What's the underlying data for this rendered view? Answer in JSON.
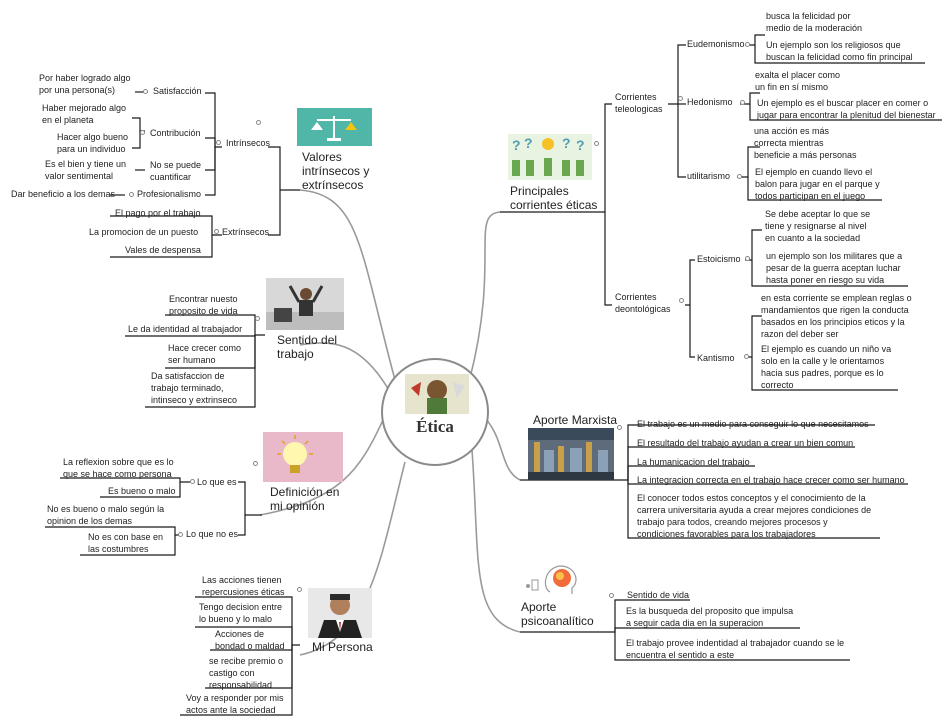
{
  "center": {
    "title": "Ética"
  },
  "branches": {
    "valores": {
      "title": "Valores\nintrínsecos y\nextrínsecos",
      "intrinsecos": {
        "label": "Intrínsecos",
        "satisfaccion": {
          "label": "Satisfacción",
          "item": "Por haber logrado algo\npor una persona(s)"
        },
        "contribucion": {
          "label": "Contribución",
          "items": [
            "Haber mejorado algo\nen el planeta",
            "Hacer algo bueno\npara un individuo"
          ]
        },
        "no_cuantificar": {
          "label": "No se puede\ncuantificar",
          "item": "Es el bien y tiene un\nvalor sentimental"
        },
        "profesionalismo": {
          "label": "Profesionalismo",
          "item": "Dar beneficio a los demas"
        }
      },
      "extrinsecos": {
        "label": "Extrínsecos",
        "items": [
          "El pago por el trabajo",
          "La promocion de un puesto",
          "Vales de despensa"
        ]
      }
    },
    "sentido": {
      "title": "Sentido del\ntrabajo",
      "items": [
        "Encontrar nuesto\nproposito de vida",
        "Le da identidad al trabajador",
        "Hace crecer como\nser humano",
        "Da satisfaccion de\ntrabajo terminado,\nintinseco y extrinseco"
      ]
    },
    "definicion": {
      "title": "Definición en\nmi opinión",
      "lo_que_es": {
        "label": "Lo que es",
        "items": [
          "La reflexion sobre que es lo\nque se hace como persona",
          "Es bueno o malo"
        ]
      },
      "lo_que_no_es": {
        "label": "Lo que no es",
        "items": [
          "No es bueno o malo según la\nopinion de los demas",
          "No es con base en\nlas costumbres"
        ]
      }
    },
    "persona": {
      "title": "Mi Persona",
      "items": [
        "Las acciones tienen\nrepercusiones éticas",
        "Tengo decision entre\nlo bueno y lo malo",
        "Acciones de\nbondad o maldad",
        "se recibe premio o\ncastigo con\nresponsabilidad",
        "Voy a responder por mis\nactos ante la sociedad"
      ]
    },
    "corrientes": {
      "title": "Principales\ncorrientes éticas",
      "teleologicas": {
        "label": "Corrientes\nteleologicas",
        "eudemonismo": {
          "label": "Eudemonismo",
          "items": [
            "busca la felicidad por\nmedio de la moderación",
            "Un ejemplo son los religiosos que\nbuscan la felicidad como fin principal"
          ]
        },
        "hedonismo": {
          "label": "Hedonismo",
          "items": [
            "exalta el placer como\nun fin en sí mismo",
            "Un ejemplo es el buscar placer en comer o\njugar para encontrar la plenitud del bienestar"
          ]
        },
        "utilitarismo": {
          "label": "utilitarismo",
          "items": [
            "una acción es más\ncorrecta mientras\nbeneficie a más personas",
            "El ejemplo en cuando llevo el\nbalon para jugar en el parque y\ntodos participan en el juego"
          ]
        }
      },
      "deontologicas": {
        "label": "Corrientes\ndeontológicas",
        "estoicismo": {
          "label": "Estoicismo",
          "items": [
            "Se debe aceptar lo que se\ntiene y resignarse al nivel\nen cuanto a la sociedad",
            "un ejemplo son los militares que a\npesar de la guerra aceptan luchar\nhasta poner en riesgo su vida"
          ]
        },
        "kantismo": {
          "label": "Kantismo",
          "items": [
            "en esta corriente se emplean reglas o\nmandamientos que rigen la conducta\nbasados en los principios eticos y la\nrazon del deber ser",
            "El ejemplo es cuando un niño va\nsolo en la calle y le orientamos\nhacia sus padres, porque es lo\ncorrecto"
          ]
        }
      }
    },
    "marxista": {
      "title": "Aporte Marxista",
      "items": [
        "El trabajo es un medio para conseguir lo que necesitamos",
        "El resultado del trabajo ayudan a crear un bien comun",
        "La humanicacion del trabajo",
        "La integracion correcta en el trabajo hace crecer como ser humano",
        "El conocer todos estos conceptos y el conocimiento de la\ncarrera universitaria ayuda a crear mejores condiciones de\ntrabajo para todos, creando mejores procesos y\ncondiciones favorables para los trabajadores"
      ]
    },
    "psico": {
      "title": "Aporte\npsicoanalítico",
      "items": [
        "Sentido de vida",
        "Es la busqueda del proposito que impulsa\na seguir cada dia en la superacion",
        "El trabajo provee indentidad al trabajador cuando se le\nencuentra el sentido a este"
      ]
    }
  },
  "colors": {
    "line": "#8a8a8a",
    "bracket": "#1a1a1a"
  }
}
